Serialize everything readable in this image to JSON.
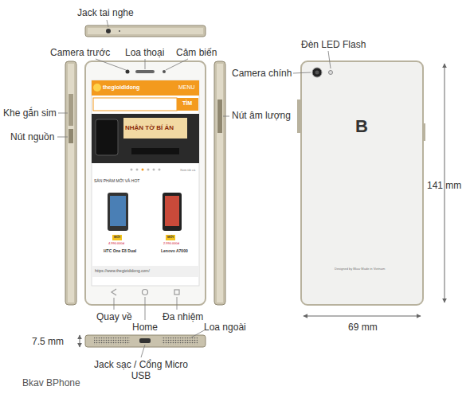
{
  "diagram": {
    "labels": [
      "Jack tai nghe",
      "Camera trước",
      "Loa thoại",
      "Cảm biến",
      "Khe gắn sim",
      "Nút nguồn",
      "Nút âm lượng",
      "Quay về",
      "Home",
      "Đa nhiệm",
      "Loa ngoài",
      "7.5 mm",
      "Jack sạc / Cổng Micro USB",
      "Bkav BPhone",
      "Đèn LED Flash",
      "Camera chính",
      "141 mm",
      "69 mm",
      "B",
      "thegioididong",
      "MENU",
      "TÌM",
      "NHẬN TỜ BÍ ẨN",
      "SẢN PHẨM MỚI VÀ HOT",
      "MỚI",
      "MỚI",
      "4.990.000đ",
      "2.990.000đ",
      "HTC One E8 Dual",
      "Lenovo A7000",
      "https://www.thegioididong.com/",
      "Xem tất cả",
      "Designed by Bkav Made in Vietnam"
    ]
  }
}
